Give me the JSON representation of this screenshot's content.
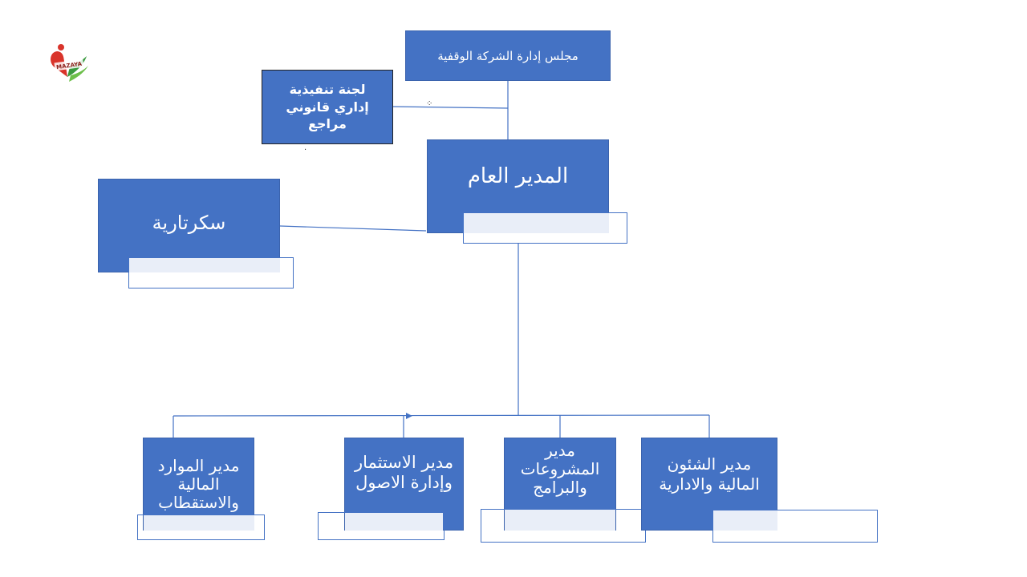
{
  "logo": {
    "text": "MAZAYA",
    "heart_color": "#d9342b",
    "leaf_color": "#3a9a3f"
  },
  "board": {
    "label": "مجلس إدارة الشركة الوقفية"
  },
  "committee": {
    "lines": [
      "لجنة تنفيذية",
      "إداري قانوني",
      "مراجع"
    ]
  },
  "gm": {
    "label": "المدير العام"
  },
  "secretariat": {
    "label": "سكرتارية"
  },
  "managers": {
    "hr": {
      "lines": [
        "مدير الموارد",
        "المالية",
        "والاستقطاب"
      ]
    },
    "invest": {
      "lines": [
        "مدير الاستثمار",
        "وإدارة الاصول"
      ]
    },
    "projects": {
      "lines": [
        "مدير",
        "المشروعات",
        "والبرامج"
      ]
    },
    "admin": {
      "lines": [
        "مدير الشئون",
        "المالية والادارية"
      ]
    }
  },
  "colors": {
    "box": "#4472c4",
    "line": "#4472c4",
    "text": "#ffffff"
  }
}
